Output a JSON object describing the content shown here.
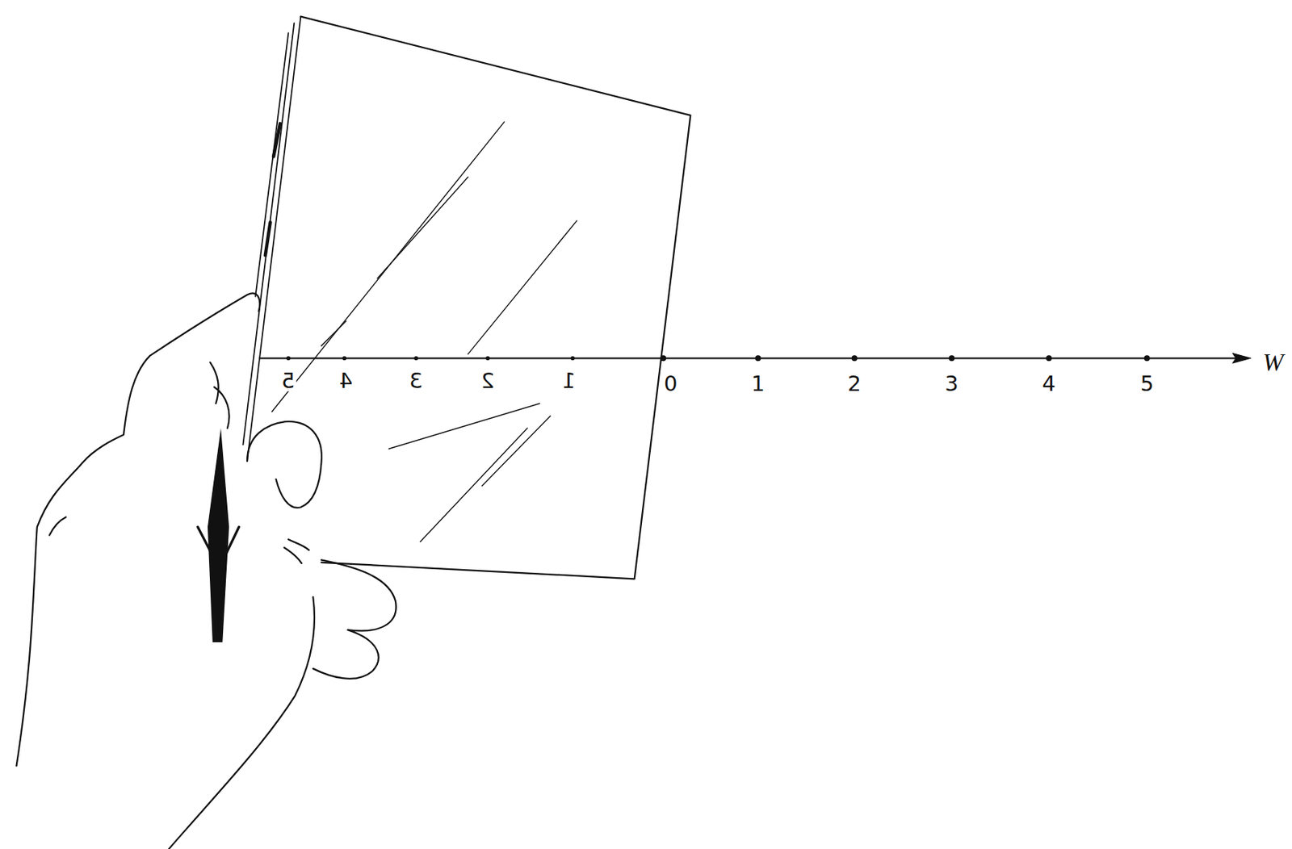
{
  "diagram": {
    "labels": [
      "W",
      "0",
      "1",
      "2",
      "3",
      "4",
      "5",
      "1",
      "2",
      "3",
      "4",
      "5"
    ]
  }
}
